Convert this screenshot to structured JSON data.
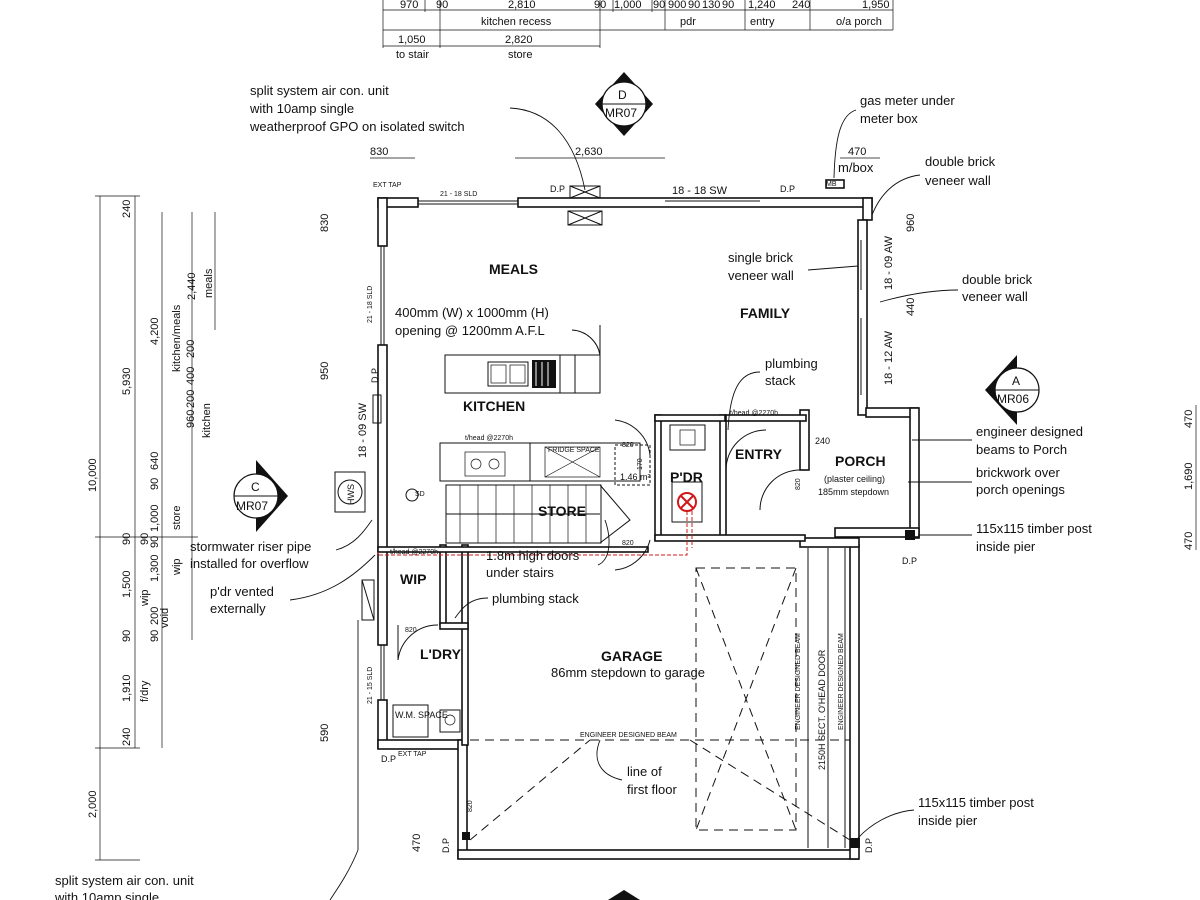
{
  "top_dims": {
    "row1": [
      "970",
      "90",
      "2,810",
      "90",
      "1,000",
      "90",
      "900",
      "90",
      "130",
      "90",
      "1,240",
      "240",
      "1,950"
    ],
    "row1_labels": [
      "kitchen recess",
      "pdr",
      "entry",
      "o/a porch"
    ],
    "row2": [
      "1,050",
      "2,820"
    ],
    "row2_labels": [
      "to stair",
      "store"
    ],
    "dim_830": "830",
    "dim_2630": "2,630",
    "dim_470": "470"
  },
  "left_dims": {
    "outer": [
      "240",
      "5,930",
      "90",
      "1,500",
      "90",
      "1,910",
      "240",
      "2,000"
    ],
    "total": "10,000",
    "inner_a": [
      "4,200",
      "kitchen/meals",
      "960",
      "200",
      "400",
      "200",
      "kitchen",
      "640",
      "90",
      "1,000",
      "store",
      "90",
      "1,300",
      "wip",
      "200",
      "void",
      "90",
      "f/dry"
    ],
    "inner_b": [
      "2,440",
      "meals",
      "wip",
      "90"
    ],
    "side": [
      "830",
      "950",
      "590",
      "470"
    ]
  },
  "right_dims": [
    "960",
    "440",
    "470",
    "1,690",
    "470"
  ],
  "rooms": {
    "meals": "MEALS",
    "family": "FAMILY",
    "kitchen": "KITCHEN",
    "store": "STORE",
    "pdr": "P'DR",
    "entry": "ENTRY",
    "porch": "PORCH",
    "porch_sub1": "(plaster ceiling)",
    "porch_sub2": "185mm stepdown",
    "wip": "WIP",
    "ldry": "L'DRY",
    "garage": "GARAGE",
    "garage_sub": "86mm stepdown to garage"
  },
  "sections": [
    {
      "letter": "D",
      "ref": "MR07"
    },
    {
      "letter": "C",
      "ref": "MR07"
    },
    {
      "letter": "A",
      "ref": "MR06"
    }
  ],
  "notes": {
    "aircon_top": [
      "split system air con. unit",
      "with 10amp single",
      "weatherproof GPO on isolated switch"
    ],
    "gas_meter": [
      "gas meter under",
      "meter box"
    ],
    "meter_box": "m/box",
    "double_brick_1": [
      "double brick",
      "veneer wall"
    ],
    "single_brick": [
      "single brick",
      "veneer wall"
    ],
    "double_brick_2": [
      "double brick",
      "veneer wall"
    ],
    "opening": [
      "400mm (W) x 1000mm (H)",
      "opening @ 1200mm A.F.L"
    ],
    "plumbing_stack_1": [
      "plumbing",
      "stack"
    ],
    "engineer_beams": [
      "engineer designed",
      "beams to Porch"
    ],
    "brickwork": [
      "brickwork over",
      "porch openings"
    ],
    "timber_post_1": [
      "115x115 timber post",
      "inside pier"
    ],
    "stormwater": [
      "stormwater riser pipe",
      "installed for overflow"
    ],
    "pdr_vented": [
      "p'dr vented",
      "externally"
    ],
    "high_doors": [
      "1.8m high doors",
      "under stairs"
    ],
    "plumbing_stack_2": "plumbing stack",
    "first_floor": [
      "line of",
      "first floor"
    ],
    "timber_post_2": [
      "115x115 timber post",
      "inside pier"
    ],
    "aircon_bottom": [
      "split system air con. unit",
      "with 10amp single"
    ]
  },
  "window_labels": {
    "w1": "21 - 18 SLD",
    "w2": "18 - 18 SW",
    "w3": "21 - 18 SLD",
    "w4": "18 - 09 SW",
    "w5": "21 - 15 SLD",
    "w6": "18 - 09 AW",
    "w7": "18 - 12 AW",
    "garage_door": "2150H SECT. O'HEAD DOOR",
    "beam_v1": "ENGINEER DESIGNED BEAM",
    "beam_v2": "ENGINEER DESIGNED BEAM",
    "beam_h": "ENGINEER DESIGNED BEAM"
  },
  "small_labels": {
    "dp": "D.P",
    "ext_tap": "EXT TAP",
    "hws": "HWS",
    "sd": "SD",
    "wm_space": "W.M. SPACE",
    "fridge": "FRIDGE SPACE",
    "head_2270": "t/head @2270h",
    "door_820": "820",
    "area": "1.46 m²",
    "dim_170": "170",
    "dim_240": "240",
    "mb": "MB"
  }
}
